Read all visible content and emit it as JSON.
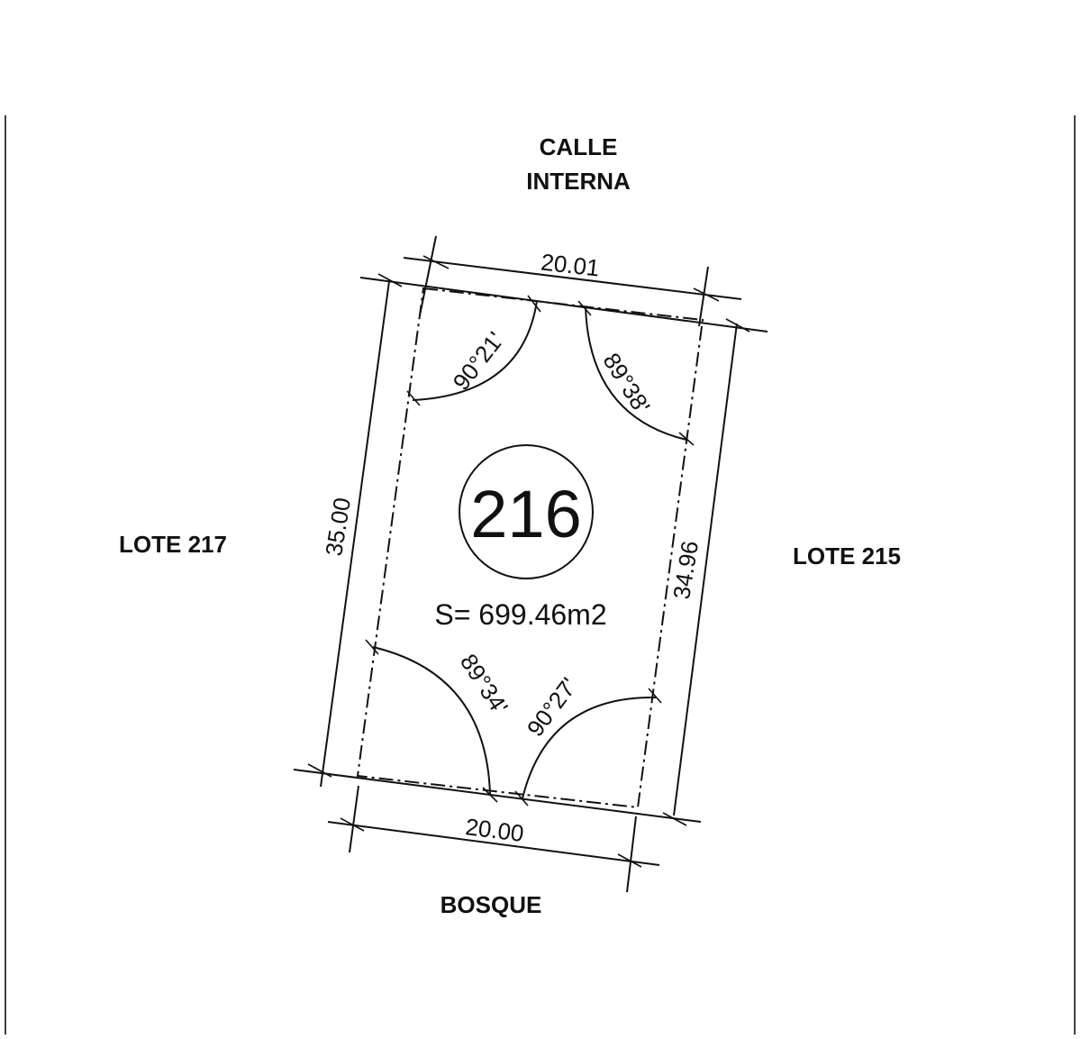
{
  "boundaries": {
    "top": [
      "CALLE",
      "INTERNA"
    ],
    "left": "LOTE 217",
    "right": "LOTE 215",
    "bottom": "BOSQUE"
  },
  "lot": {
    "number": "216",
    "area": "S= 699.46m2"
  },
  "dimensions": {
    "top": "20.01",
    "bottom": "20.00",
    "left": "35.00",
    "right": "34.96"
  },
  "angles": {
    "top_left": "90°21'",
    "top_right": "89°38'",
    "bottom_left": "89°34'",
    "bottom_right": "90°27'"
  },
  "colors": {
    "ink": "#111111",
    "paper": "#ffffff"
  }
}
